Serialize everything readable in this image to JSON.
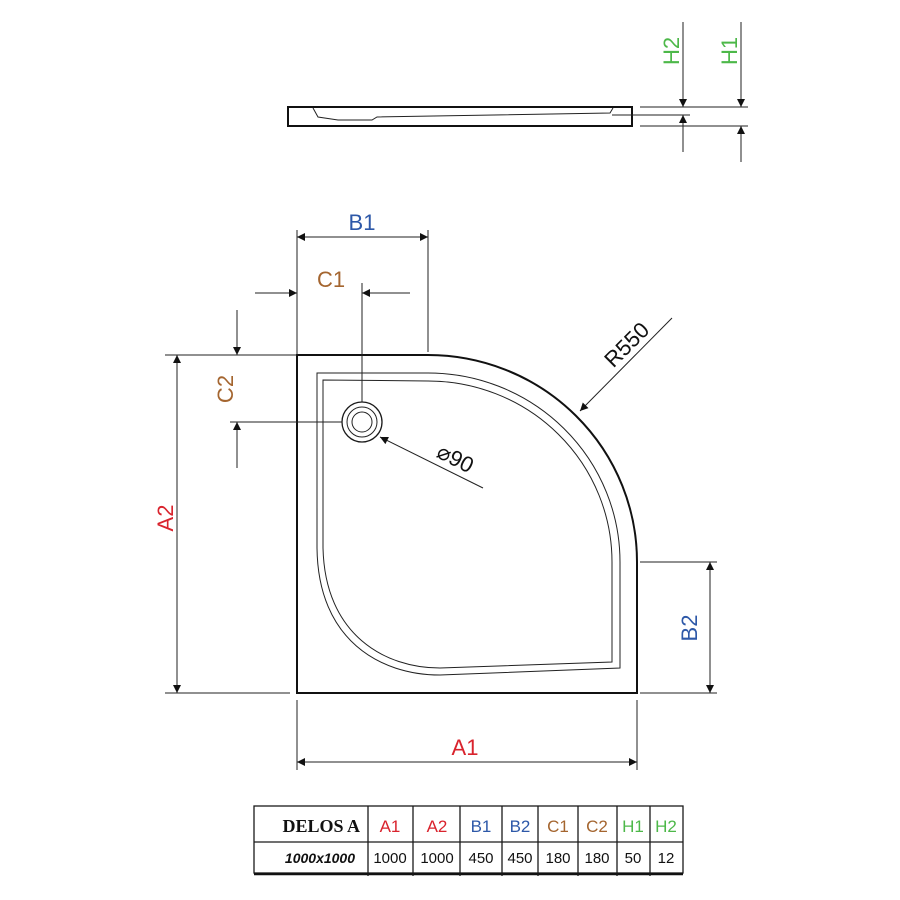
{
  "colors": {
    "a": "#d9232d",
    "b": "#2d58a8",
    "c": "#a4652f",
    "h": "#4db849",
    "line": "#1a1a1a"
  },
  "labels": {
    "H1": "H1",
    "H2": "H2",
    "B1": "B1",
    "C1": "C1",
    "C2": "C2",
    "A1": "A1",
    "A2": "A2",
    "B2": "B2",
    "radius": "R550",
    "drain": "⌀90"
  },
  "table": {
    "title": "DELOS A",
    "headers": [
      "A1",
      "A2",
      "B1",
      "B2",
      "C1",
      "C2",
      "H1",
      "H2"
    ],
    "model": "1000x1000",
    "values": [
      "1000",
      "1000",
      "450",
      "450",
      "180",
      "180",
      "50",
      "12"
    ]
  }
}
